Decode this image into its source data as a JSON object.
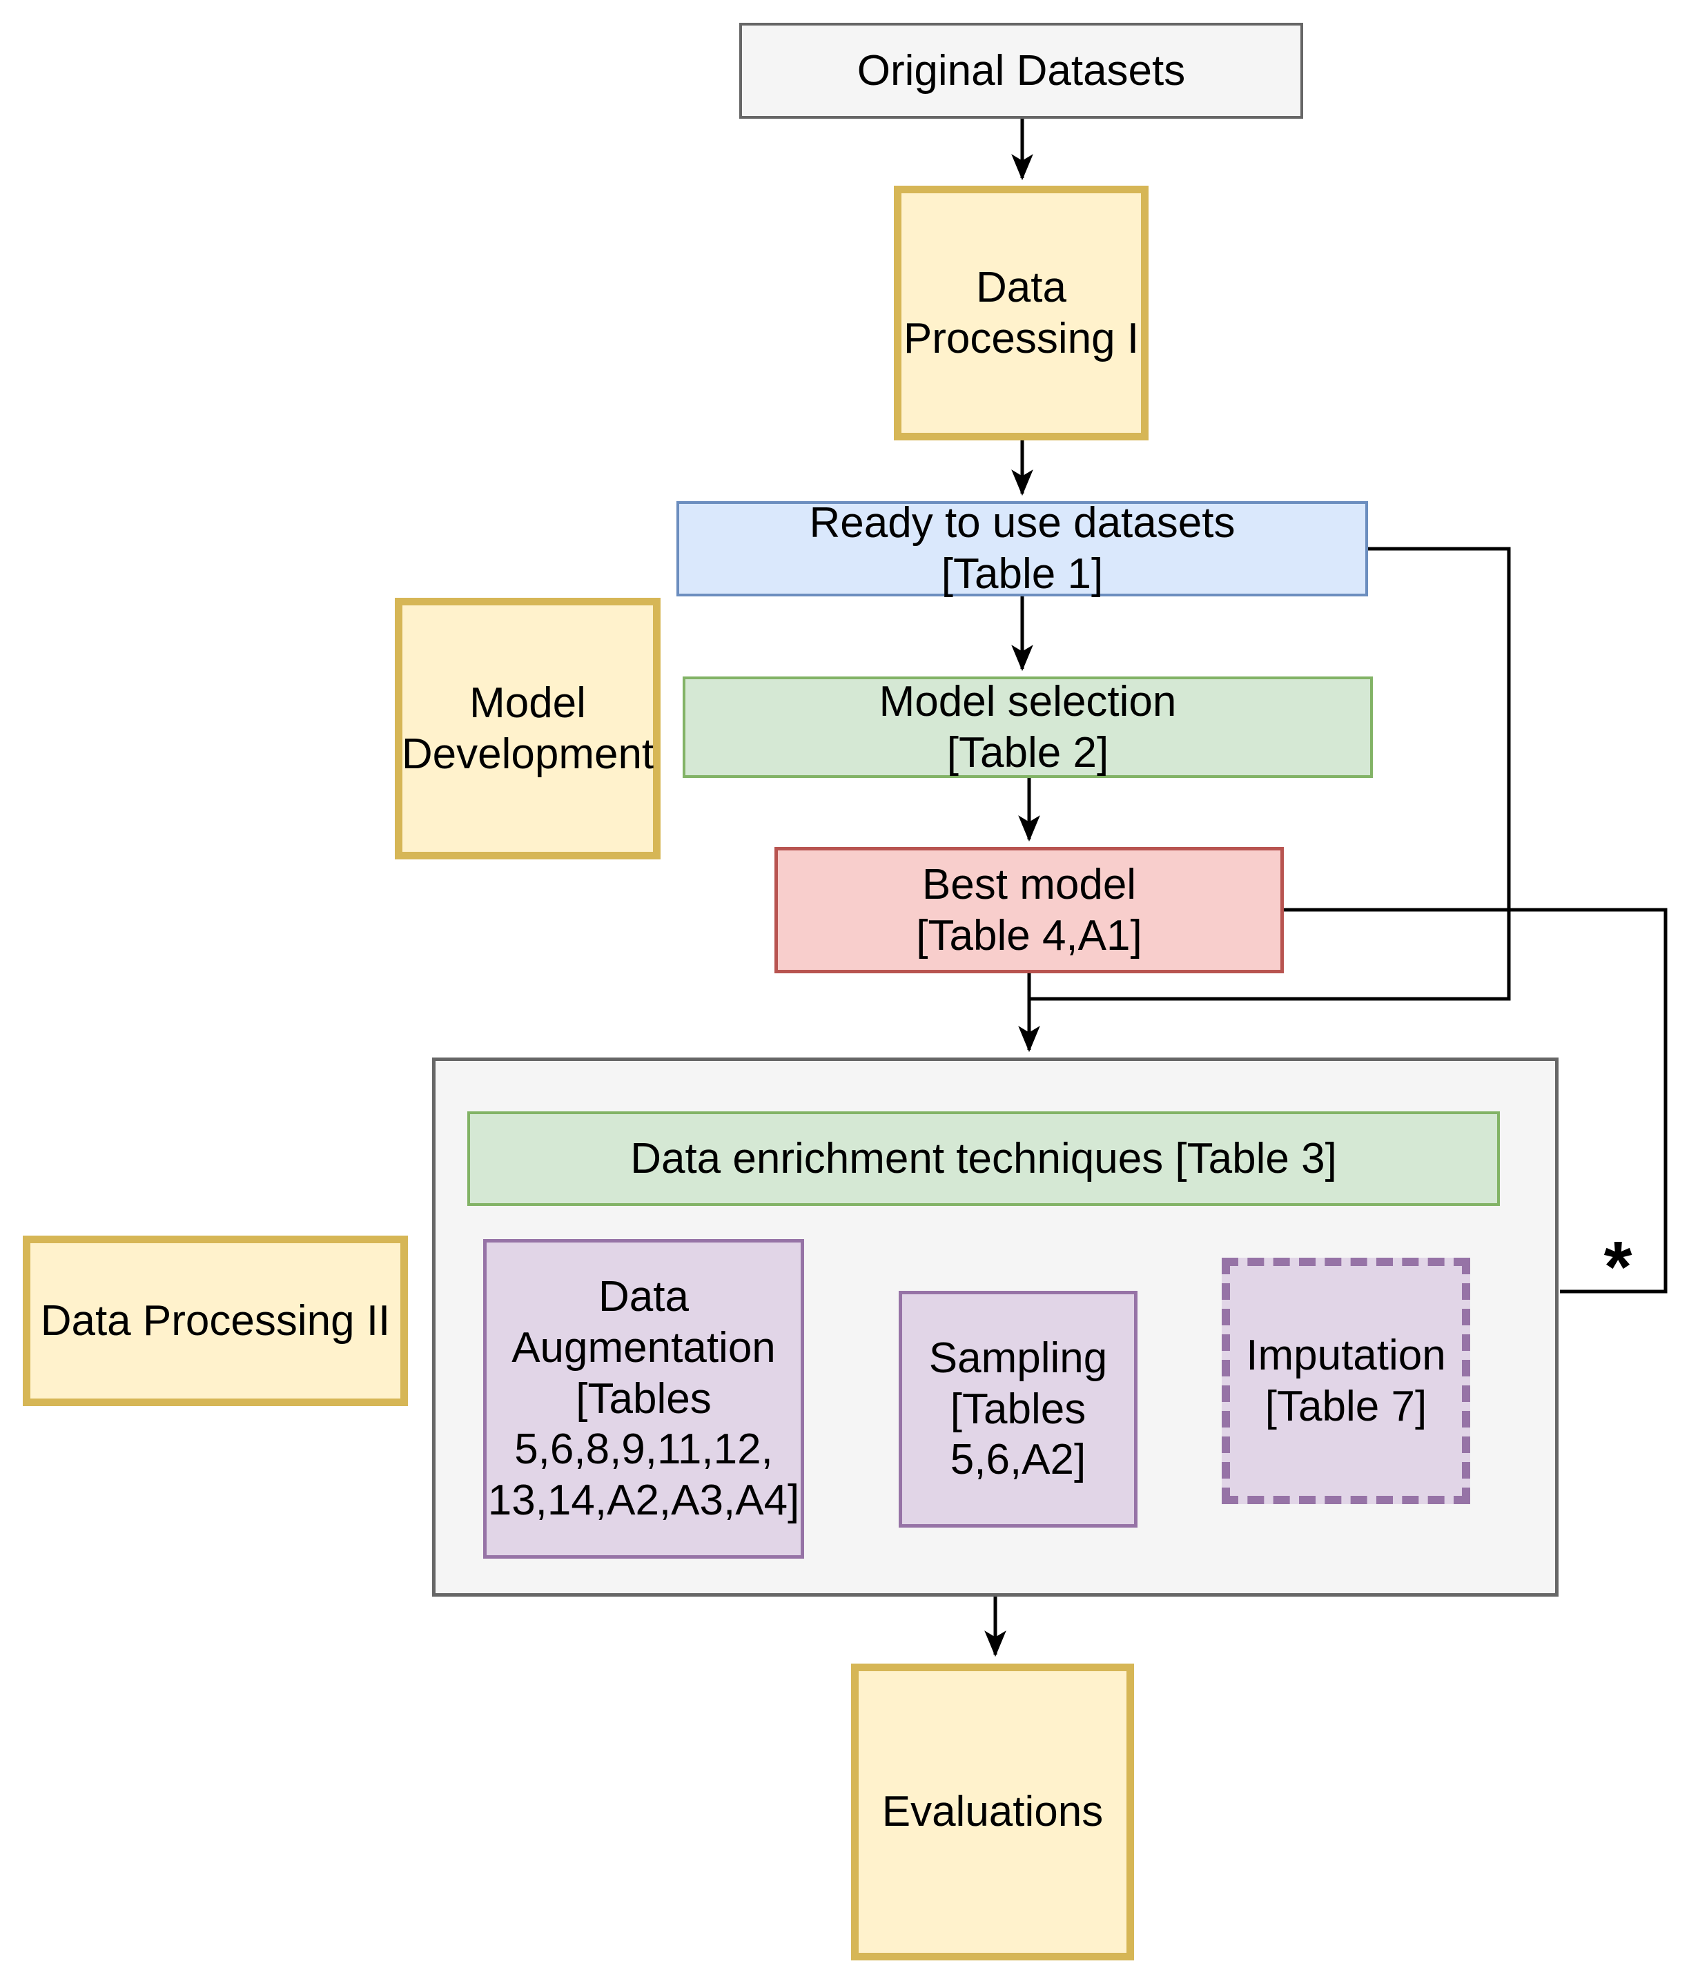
{
  "palette": {
    "gray": {
      "fill": "#F5F5F5",
      "stroke": "#666666"
    },
    "yellow": {
      "fill": "#FFF2CC",
      "stroke": "#D6B656"
    },
    "blue": {
      "fill": "#DAE8FC",
      "stroke": "#6C8EBF"
    },
    "green": {
      "fill": "#D5E8D4",
      "stroke": "#82B366"
    },
    "red": {
      "fill": "#F8CECC",
      "stroke": "#B85450"
    },
    "purple": {
      "fill": "#E1D5E7",
      "stroke": "#9673A6"
    },
    "connector": {
      "stroke": "#000000"
    }
  },
  "nodes": {
    "original_datasets": {
      "label": "Original Datasets"
    },
    "data_processing_1": {
      "label": "Data\nProcessing I"
    },
    "ready_datasets": {
      "label": "Ready to use datasets\n[Table 1]"
    },
    "model_development": {
      "label": "Model\nDevelopment"
    },
    "model_selection": {
      "label": "Model selection\n[Table 2]"
    },
    "best_model": {
      "label": "Best model\n[Table 4,A1]"
    },
    "enrichment": {
      "label": "Data enrichment techniques [Table 3]"
    },
    "data_augmentation": {
      "label": "Data\nAugmentation\n[Tables\n5,6,8,9,11,12,\n13,14,A2,A3,A4]"
    },
    "sampling": {
      "label": "Sampling\n[Tables\n5,6,A2]"
    },
    "imputation": {
      "label": "Imputation\n[Table 7]"
    },
    "data_processing_2": {
      "label": "Data Processing II"
    },
    "evaluations": {
      "label": "Evaluations"
    }
  },
  "annotations": {
    "footnote_marker": "*"
  }
}
